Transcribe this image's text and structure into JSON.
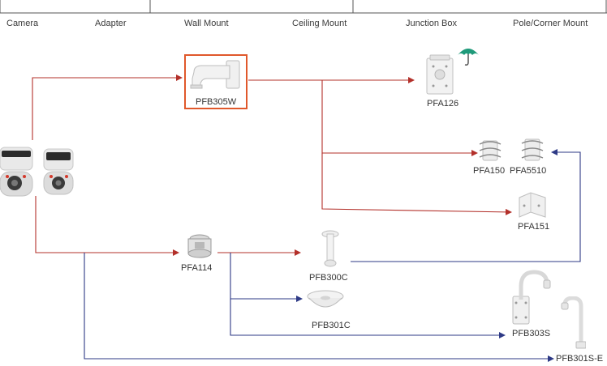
{
  "columns": [
    "Camera",
    "Adapter",
    "Wall Mount",
    "Ceiling Mount",
    "Junction Box",
    "Pole/Corner Mount"
  ],
  "products": {
    "pfb305w": "PFB305W",
    "pfa126": "PFA126",
    "pfa150": "PFA150",
    "pfa5510": "PFA5510",
    "pfa151": "PFA151",
    "pfa114": "PFA114",
    "pfb300c": "PFB300C",
    "pfb301c": "PFB301C",
    "pfb303s": "PFB303S",
    "pfb301se": "PFB301S-E"
  },
  "colors": {
    "red_arrow": "#b3302a",
    "blue_arrow": "#2e3a86",
    "highlight": "#e0582b",
    "umbrella": "#1f9a7a"
  },
  "icons": [
    "dual-ptz-camera-icon",
    "wall-mount-bracket-icon",
    "junction-box-icon",
    "umbrella-icon",
    "pole-mount-icon",
    "corner-mount-icon",
    "adapter-icon",
    "pendant-mount-icon",
    "ceiling-dome-icon",
    "gooseneck-mount-icon"
  ]
}
